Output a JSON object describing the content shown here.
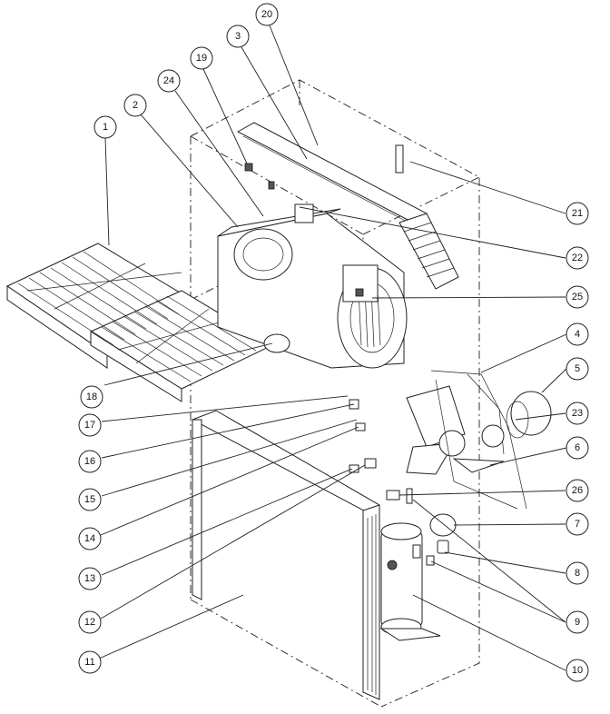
{
  "diagram": {
    "callouts": [
      {
        "label": "1"
      },
      {
        "label": "2"
      },
      {
        "label": "24"
      },
      {
        "label": "19"
      },
      {
        "label": "3"
      },
      {
        "label": "20"
      },
      {
        "label": "21"
      },
      {
        "label": "22"
      },
      {
        "label": "25"
      },
      {
        "label": "4"
      },
      {
        "label": "5"
      },
      {
        "label": "23"
      },
      {
        "label": "6"
      },
      {
        "label": "26"
      },
      {
        "label": "7"
      },
      {
        "label": "8"
      },
      {
        "label": "9"
      },
      {
        "label": "10"
      },
      {
        "label": "11"
      },
      {
        "label": "12"
      },
      {
        "label": "13"
      },
      {
        "label": "14"
      },
      {
        "label": "15"
      },
      {
        "label": "16"
      },
      {
        "label": "17"
      },
      {
        "label": "18"
      }
    ]
  }
}
